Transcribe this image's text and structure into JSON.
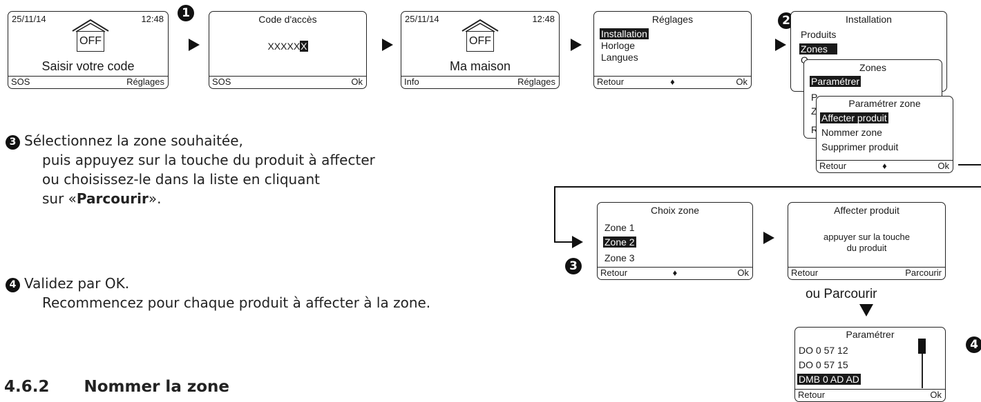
{
  "steps": {
    "s1": "1",
    "s2": "2",
    "s3": "3",
    "s4": "4"
  },
  "screen_home": {
    "date": "25/11/14",
    "time": "12:48",
    "state": "OFF",
    "message": "Saisir votre code",
    "left_key": "SOS",
    "right_key": "Réglages"
  },
  "screen_code": {
    "title": "Code d'accès",
    "code_visible": "XXXXX",
    "code_cursor": "X",
    "left_key": "SOS",
    "right_key": "Ok"
  },
  "screen_home2": {
    "date": "25/11/14",
    "time": "12:48",
    "state": "OFF",
    "message": "Ma maison",
    "left_key": "Info",
    "right_key": "Réglages"
  },
  "screen_reglages": {
    "title": "Réglages",
    "items": [
      "Installation",
      "Horloge",
      "Langues"
    ],
    "left_key": "Retour",
    "nav": "♦",
    "right_key": "Ok"
  },
  "screen_installation": {
    "title": "Installation",
    "items": [
      "Produits",
      "Zones",
      "O"
    ]
  },
  "screen_zones": {
    "title": "Zones",
    "items": [
      "Paramétrer",
      "P",
      "Z",
      "R"
    ]
  },
  "screen_param_zone": {
    "title": "Paramétrer zone",
    "items": [
      "Affecter produit",
      "Nommer zone",
      "Supprimer produit"
    ],
    "left_key": "Retour",
    "nav": "♦",
    "right_key": "Ok"
  },
  "screen_choix_zone": {
    "title": "Choix zone",
    "items": [
      "Zone 1",
      "Zone 2",
      "Zone 3"
    ],
    "left_key": "Retour",
    "nav": "♦",
    "right_key": "Ok"
  },
  "screen_affecter": {
    "title": "Affecter produit",
    "line1": "appuyer sur la touche",
    "line2": "du produit",
    "left_key": "Retour",
    "right_key": "Parcourir"
  },
  "ou_parcourir": "ou Parcourir",
  "screen_parametrer": {
    "title": "Paramétrer",
    "items": [
      "DO 0 57 12",
      "DO 0 57 15",
      "DMB 0 AD AD"
    ],
    "left_key": "Retour",
    "right_key": "Ok"
  },
  "instructions": {
    "step3_line1": "Sélectionnez la zone souhaitée,",
    "step3_line2": "puis appuyez sur la touche du produit à affecter",
    "step3_line3": "ou choisissez-le dans la liste en cliquant",
    "step3_line4_pre": "sur «",
    "step3_line4_bold": "Parcourir",
    "step3_line4_post": "».",
    "step4_line1": "Validez par OK.",
    "step4_line2": "Recommencez pour chaque produit à affecter à la zone."
  },
  "section": {
    "number": "4.6.2",
    "title": "Nommer la zone"
  }
}
